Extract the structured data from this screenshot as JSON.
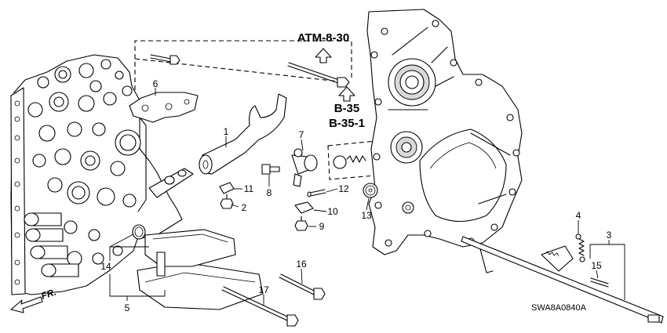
{
  "references": {
    "atm": "ATM-8-30",
    "b35": "B-35",
    "b35_1": "B-35-1"
  },
  "diagram_code": "SWA8A0840A",
  "front_label": "FR.",
  "callouts": [
    "1",
    "2",
    "3",
    "4",
    "5",
    "6",
    "7",
    "8",
    "9",
    "10",
    "11",
    "12",
    "13",
    "14",
    "15",
    "16",
    "17"
  ]
}
